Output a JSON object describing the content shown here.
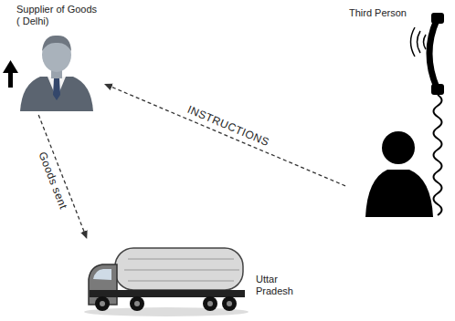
{
  "diagram": {
    "nodes": [
      {
        "text": [
          "Supplier of Goods ( Delhi)"
        ]
      },
      {
        "text": [
          "Third Person"
        ]
      },
      {
        "text": [
          "Uttar Pradesh"
        ]
      }
    ],
    "edges": [
      {
        "from": 1,
        "to": 0,
        "label": "INSTRUCTIONS",
        "arrow": "to"
      },
      {
        "from": 0,
        "to": 2,
        "label": "Goods sent",
        "arrow": "to"
      }
    ]
  }
}
